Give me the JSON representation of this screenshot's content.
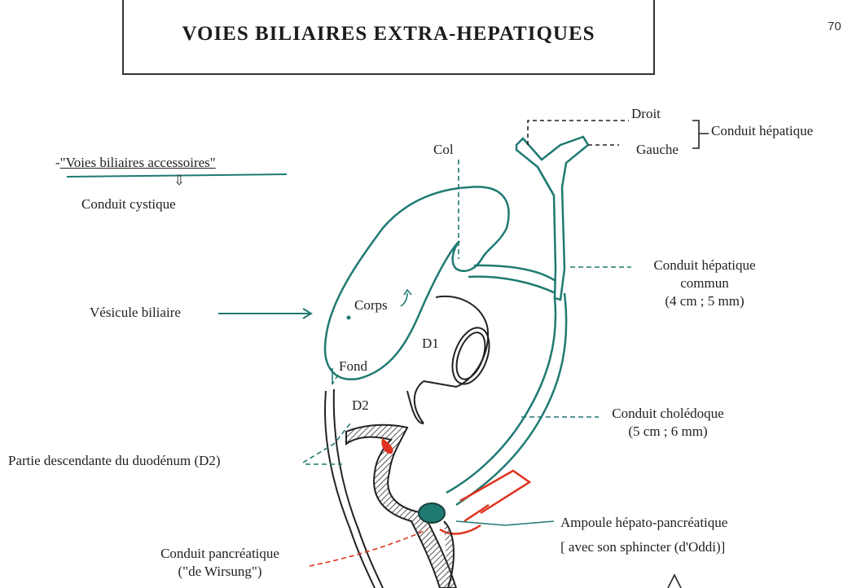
{
  "page_number": "70",
  "title": "VOIES BILIAIRES EXTRA-HEPATIQUES",
  "labels": {
    "accessoires_prefix": "-",
    "accessoires": "\"Voies biliaires accessoires\"",
    "arrow_down": "⇩",
    "conduit_cystique": "Conduit cystique",
    "col": "Col",
    "droit": "Droit",
    "gauche": "Gauche",
    "conduit_hepatique": "Conduit hépatique",
    "conduit_hepatique_commun_1": "Conduit hépatique",
    "conduit_hepatique_commun_2": "commun",
    "conduit_hepatique_commun_3": "(4 cm ; 5 mm)",
    "vesicule_biliaire": "Vésicule biliaire",
    "corps": "Corps",
    "d1": "D1",
    "fond": "Fond",
    "d2": "D2",
    "conduit_choledoque_1": "Conduit cholédoque",
    "conduit_choledoque_2": "(5 cm ; 6 mm)",
    "partie_descendante": "Partie descendante du duodénum (D2)",
    "ampoule_1": "Ampoule hépato-pancréatique",
    "ampoule_2": "[ avec son sphincter (d'Oddi)]",
    "conduit_pancreatique_1": "Conduit pancréatique",
    "conduit_pancreatique_2": "(\"de Wirsung\")"
  },
  "colors": {
    "duct": "#1f7a72",
    "ink": "#222222",
    "red": "#e0321e",
    "hatch": "#555555"
  }
}
